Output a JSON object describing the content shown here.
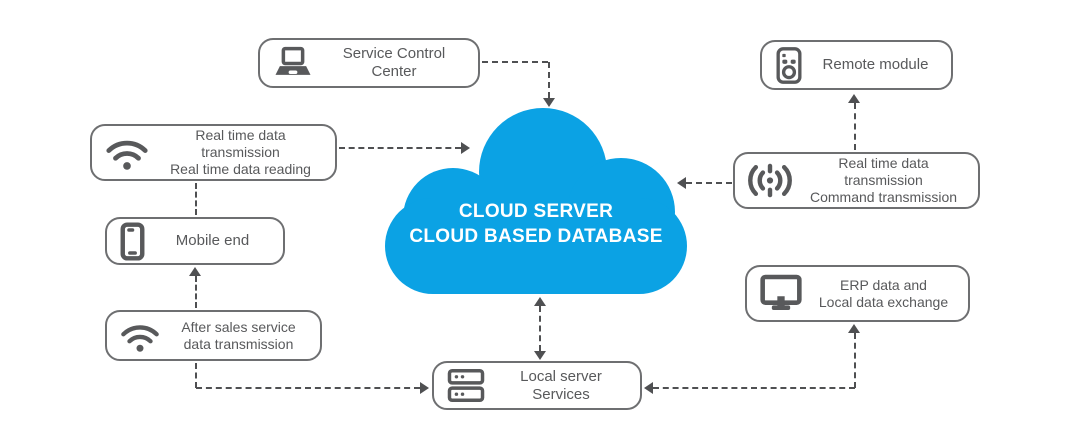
{
  "diagram": {
    "cloud": {
      "line1": "CLOUD SERVER",
      "line2": "CLOUD BASED DATABASE",
      "fill_color": "#0ba2e4",
      "text_color": "#ffffff"
    },
    "nodes": {
      "service_control_center": {
        "label": "Service Control Center",
        "icon": "laptop-icon"
      },
      "remote_module": {
        "label": "Remote module",
        "icon": "remote-control-icon"
      },
      "realtime_left": {
        "line1": "Real time data transmission",
        "line2": "Real time data reading",
        "icon": "wifi-icon"
      },
      "realtime_right": {
        "line1": "Real time data transmission",
        "line2": "Command transmission",
        "icon": "broadcast-icon"
      },
      "mobile_end": {
        "label": "Mobile end",
        "icon": "smartphone-icon"
      },
      "erp": {
        "line1": "ERP data and",
        "line2": "Local data exchange",
        "icon": "desktop-monitor-icon"
      },
      "after_sales": {
        "line1": "After sales service",
        "line2": "data transmission",
        "icon": "wifi-icon"
      },
      "local_server": {
        "label": "Local server Services",
        "icon": "server-stack-icon"
      }
    },
    "edges": [
      {
        "from": "service_control_center",
        "to": "cloud",
        "style": "dashed",
        "arrow": "to"
      },
      {
        "from": "realtime_left",
        "to": "cloud",
        "style": "dashed",
        "arrow": "to"
      },
      {
        "from": "realtime_left",
        "to": "mobile_end",
        "style": "dashed",
        "arrow": "none"
      },
      {
        "from": "after_sales",
        "to": "mobile_end",
        "style": "dashed",
        "arrow": "to"
      },
      {
        "from": "after_sales",
        "to": "local_server",
        "style": "dashed",
        "arrow": "to"
      },
      {
        "from": "cloud",
        "to": "local_server",
        "style": "dashed",
        "arrow": "both"
      },
      {
        "from": "erp",
        "to": "local_server",
        "style": "dashed",
        "arrow": "both"
      },
      {
        "from": "realtime_right",
        "to": "cloud",
        "style": "dashed",
        "arrow": "to"
      },
      {
        "from": "realtime_right",
        "to": "remote_module",
        "style": "dashed",
        "arrow": "to"
      }
    ],
    "colors": {
      "cloud_blue": "#0ba2e4",
      "node_border_gray": "#6e6f71",
      "text_icon_gray": "#58595b",
      "connector_gray": "#4f5052",
      "background": "#ffffff"
    }
  }
}
